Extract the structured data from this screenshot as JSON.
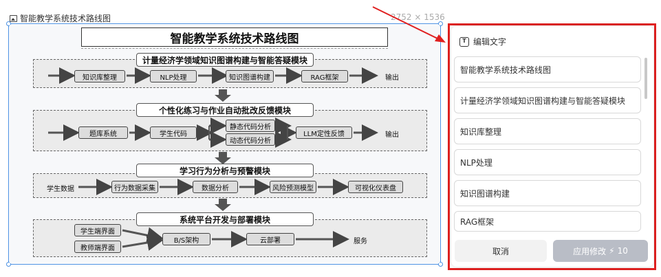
{
  "image_caption": "智能教学系统技术路线图",
  "image_dims": "2752 × 1536",
  "diagram": {
    "title": "智能教学系统技术路线图",
    "sections": [
      {
        "header": "计量经济学领域知识图谱构建与智能答疑模块",
        "nodes": [
          "知识库整理",
          "NLP处理",
          "知识图谱构建",
          "RAG框架"
        ],
        "output": "输出"
      },
      {
        "header": "个性化练习与作业自动批改反馈模块",
        "nodes": [
          "题库系统",
          "学生代码",
          "静态代码分析",
          "动态代码分析",
          "LLM定性反馈"
        ],
        "output": "输出"
      },
      {
        "header": "学习行为分析与预警模块",
        "start": "学生数据",
        "nodes": [
          "行为数据采集",
          "数据分析",
          "风险预测模型",
          "可视化仪表盘"
        ]
      },
      {
        "header": "系统平台开发与部署模块",
        "nodes": [
          "学生端界面",
          "教师端界面",
          "B/S架构",
          "云部署"
        ],
        "output": "服务"
      }
    ]
  },
  "panel": {
    "heading": "编辑文字",
    "fields": [
      "智能教学系统技术路线图",
      "计量经济学领域知识图谱构建与智能答疑模块",
      "知识库整理",
      "NLP处理",
      "知识图谱构建",
      "RAG框架"
    ],
    "cancel_label": "取消",
    "apply_label": "应用修改",
    "apply_cost": "10",
    "apply_icon": "bolt-icon"
  },
  "colors": {
    "selection": "#4a90e2",
    "highlight": "#e02020"
  }
}
